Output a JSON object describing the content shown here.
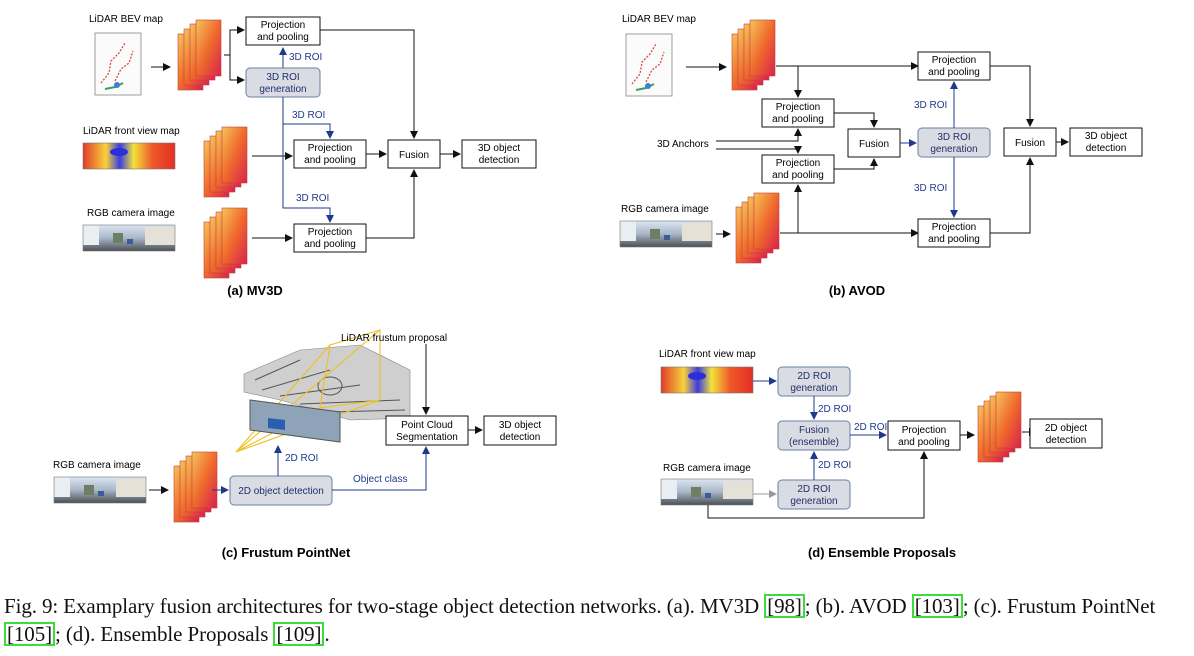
{
  "panels": {
    "a": {
      "caption": "(a) MV3D",
      "lidar_bev": "LiDAR BEV map",
      "lidar_front": "LiDAR front view map",
      "rgb": "RGB camera image",
      "proj1_l1": "Projection",
      "proj1_l2": "and pooling",
      "roi_l1": "3D ROI",
      "roi_l2": "generation",
      "proj2_l1": "Projection",
      "proj2_l2": "and pooling",
      "proj3_l1": "Projection",
      "proj3_l2": "and pooling",
      "fusion": "Fusion",
      "det_l1": "3D object",
      "det_l2": "detection",
      "roi_label_1": "3D ROI",
      "roi_label_2": "3D ROI",
      "roi_label_3": "3D ROI"
    },
    "b": {
      "caption": "(b) AVOD",
      "lidar_bev": "LiDAR BEV map",
      "anchors": "3D Anchors",
      "rgb": "RGB camera image",
      "projA_l1": "Projection",
      "projA_l2": "and pooling",
      "projB_l1": "Projection",
      "projB_l2": "and pooling",
      "fusion1": "Fusion",
      "roi_l1": "3D ROI",
      "roi_l2": "generation",
      "projTop_l1": "Projection",
      "projTop_l2": "and pooling",
      "projBot_l1": "Projection",
      "projBot_l2": "and pooling",
      "fusion2": "Fusion",
      "det_l1": "3D object",
      "det_l2": "detection",
      "roi_label_1": "3D ROI",
      "roi_label_2": "3D ROI"
    },
    "c": {
      "caption": "(c) Frustum PointNet",
      "frustum": "LiDAR frustum proposal",
      "rgb": "RGB camera image",
      "det2d": "2D object detection",
      "pcs_l1": "Point Cloud",
      "pcs_l2": "Segmentation",
      "det_l1": "3D object",
      "det_l2": "detection",
      "roi2d": "2D ROI",
      "objclass": "Object class"
    },
    "d": {
      "caption": "(d) Ensemble Proposals",
      "lidar_front": "LiDAR front view map",
      "rgb": "RGB camera image",
      "roiTop_l1": "2D ROI",
      "roiTop_l2": "generation",
      "fusion_l1": "Fusion",
      "fusion_l2": "(ensemble)",
      "roiBot_l1": "2D ROI",
      "roiBot_l2": "generation",
      "proj_l1": "Projection",
      "proj_l2": "and pooling",
      "det_l1": "2D object",
      "det_l2": "detection",
      "roi_label_1": "2D ROI",
      "roi_label_2": "2D ROI",
      "roi_label_3": "2D ROI"
    }
  },
  "caption": {
    "p1": "Fig. 9: Examplary fusion architectures for two-stage object detection networks. (a). MV3D ",
    "r1": "[98]",
    "p2": "; (b). AVOD ",
    "r2": "[103]",
    "p3": "; (c). Frustum PointNet ",
    "r3": "[105]",
    "p4": "; (d). Ensemble Proposals ",
    "r4": "[109]",
    "p5": "."
  },
  "colors": {
    "roi_fill": "#d9dce3",
    "roi_stroke": "#6b7fa6",
    "blue_arrow": "#1f3a8a",
    "ref_box": "#3cdc3c"
  }
}
